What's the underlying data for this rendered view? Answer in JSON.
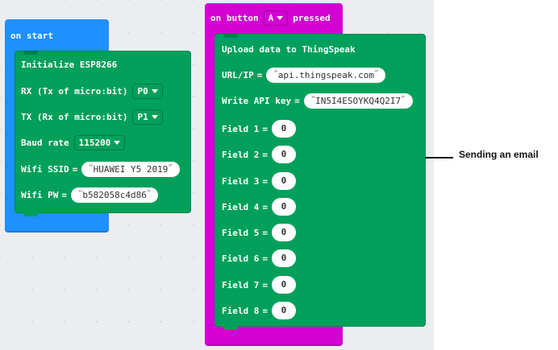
{
  "on_start": {
    "hat_label": "on start",
    "block_title": "Initialize ESP8266",
    "rx_label": "RX (Tx of micro:bit)",
    "rx_value": "P0",
    "tx_label": "TX (Rx of micro:bit)",
    "tx_value": "P1",
    "baud_label": "Baud rate",
    "baud_value": "115200",
    "ssid_label": "Wifi SSID",
    "ssid_value": "HUAWEI Y5 2019",
    "pw_label": "Wifi PW",
    "pw_value": "b582058c4d86"
  },
  "on_button": {
    "hat_prefix": "on button",
    "button_value": "A",
    "hat_suffix": "pressed",
    "block_title": "Upload data to ThingSpeak",
    "url_label": "URL/IP",
    "url_value": "api.thingspeak.com",
    "key_label": "Write API key",
    "key_value": "IN5I4ESOYKQ4Q2I7",
    "fields": [
      {
        "label": "Field 1",
        "value": "0"
      },
      {
        "label": "Field 2",
        "value": "0"
      },
      {
        "label": "Field 3",
        "value": "0"
      },
      {
        "label": "Field 4",
        "value": "0"
      },
      {
        "label": "Field 5",
        "value": "0"
      },
      {
        "label": "Field 6",
        "value": "0"
      },
      {
        "label": "Field 7",
        "value": "0"
      },
      {
        "label": "Field 8",
        "value": "0"
      }
    ]
  },
  "symbols": {
    "equals": "=",
    "quote_open": "“",
    "quote_close": "”"
  },
  "annotation": {
    "text": "Sending an email"
  },
  "colors": {
    "workspace": "#ecedef",
    "on_start": "#1e90ff",
    "on_button": "#d400d4",
    "extension_block": "#00a05a"
  }
}
